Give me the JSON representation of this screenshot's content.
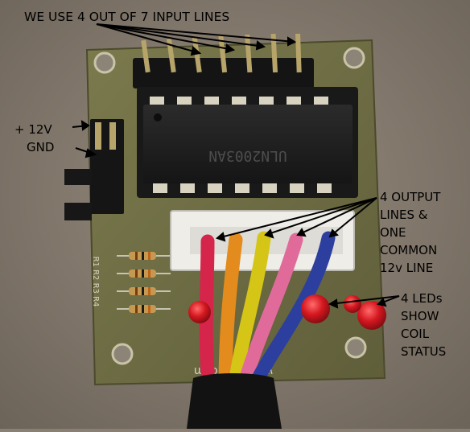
{
  "labels": {
    "input_lines": "WE USE 4 OUT OF 7 INPUT LINES",
    "plus_12v": "+ 12V",
    "gnd": "GND",
    "output_lines": [
      "4 OUTPUT",
      "LINES &",
      "ONE",
      "COMMON",
      "12v LINE"
    ],
    "leds": [
      "4 LEDs",
      "SHOW",
      "COIL",
      "STATUS"
    ]
  },
  "board_text": {
    "ic_marking": "ULN2003AN",
    "silkscreen_url": "www.a...r.com",
    "resistor_marks": "R1 R2 R3 R4"
  },
  "colors": {
    "background": "#8a7f73",
    "pcb": "#6f6e45",
    "ic_body": "#1c1c1c",
    "wire_red": "#d5254a",
    "wire_orange": "#e38b1c",
    "wire_yellow": "#d5c516",
    "wire_pink": "#e06b9b",
    "wire_blue": "#2c3f9e",
    "led_red": "#d9141c",
    "connector": "#eeeeea"
  }
}
